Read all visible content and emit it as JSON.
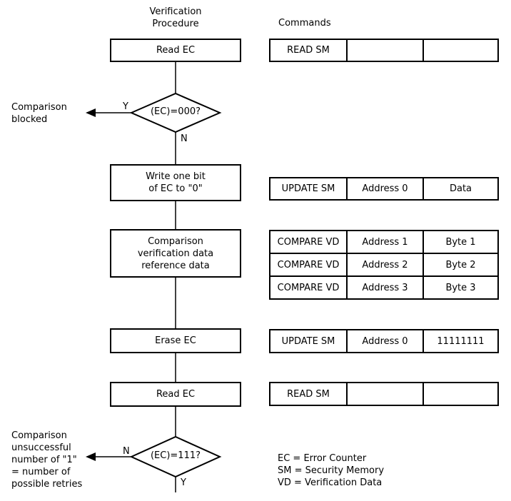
{
  "headers": {
    "procedure": "Verification\nProcedure",
    "commands": "Commands"
  },
  "steps": {
    "read_ec_1": "Read EC",
    "write_bit": "Write one bit\nof EC to \"0\"",
    "comparison": "Comparison\nverification data\nreference data",
    "erase_ec": "Erase EC",
    "read_ec_2": "Read EC"
  },
  "decisions": {
    "first": {
      "condition": "(EC)=000?",
      "yes_label": "Y",
      "no_label": "N",
      "outcome": "Comparison\nblocked"
    },
    "second": {
      "condition": "(EC)=111?",
      "no_label": "N",
      "yes_label": "Y",
      "outcome": "Comparison\nunsuccessful\nnumber of \"1\"\n= number of\npossible retries"
    }
  },
  "commands": {
    "row1": [
      "READ SM",
      "",
      ""
    ],
    "row2": [
      "UPDATE SM",
      "Address 0",
      "Data"
    ],
    "row3": [
      "COMPARE VD",
      "Address 1",
      "Byte 1"
    ],
    "row4": [
      "COMPARE VD",
      "Address 2",
      "Byte 2"
    ],
    "row5": [
      "COMPARE VD",
      "Address 3",
      "Byte 3"
    ],
    "row6": [
      "UPDATE SM",
      "Address 0",
      "11111111"
    ],
    "row7": [
      "READ SM",
      "",
      ""
    ]
  },
  "legend": [
    "EC = Error Counter",
    "SM = Security Memory",
    "VD = Verification Data"
  ]
}
